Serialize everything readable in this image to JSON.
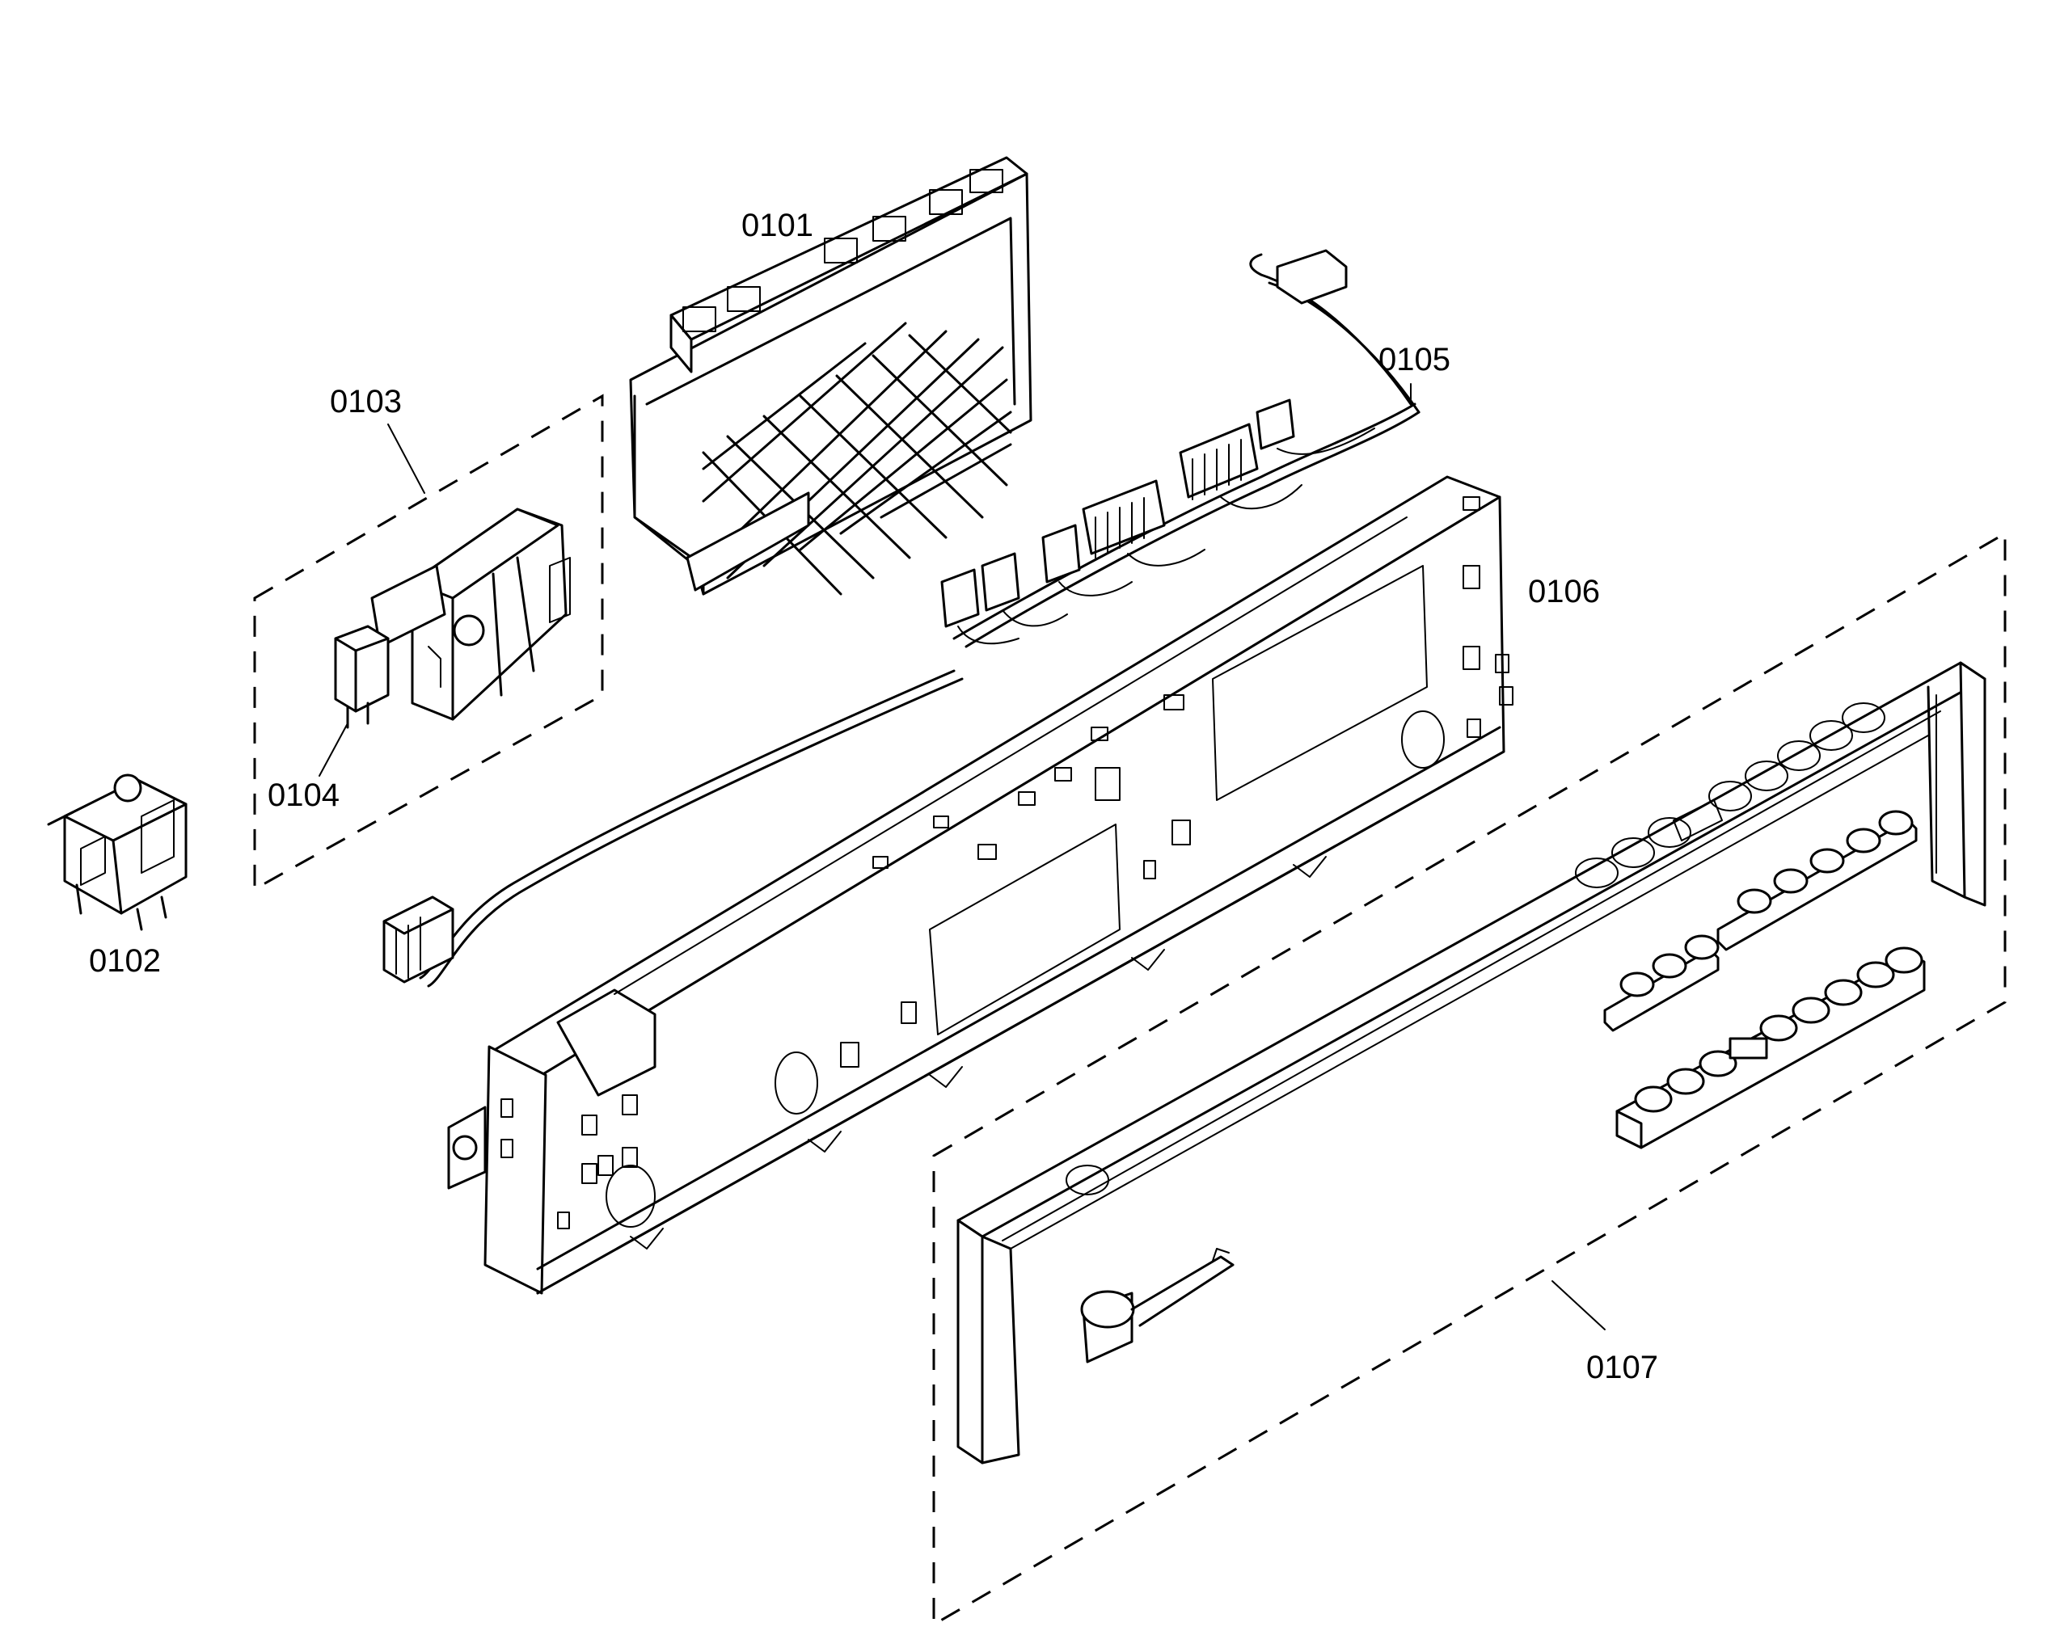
{
  "parts": [
    {
      "id": "0101"
    },
    {
      "id": "0102"
    },
    {
      "id": "0103"
    },
    {
      "id": "0104"
    },
    {
      "id": "0105"
    },
    {
      "id": "0106"
    },
    {
      "id": "0107"
    }
  ]
}
